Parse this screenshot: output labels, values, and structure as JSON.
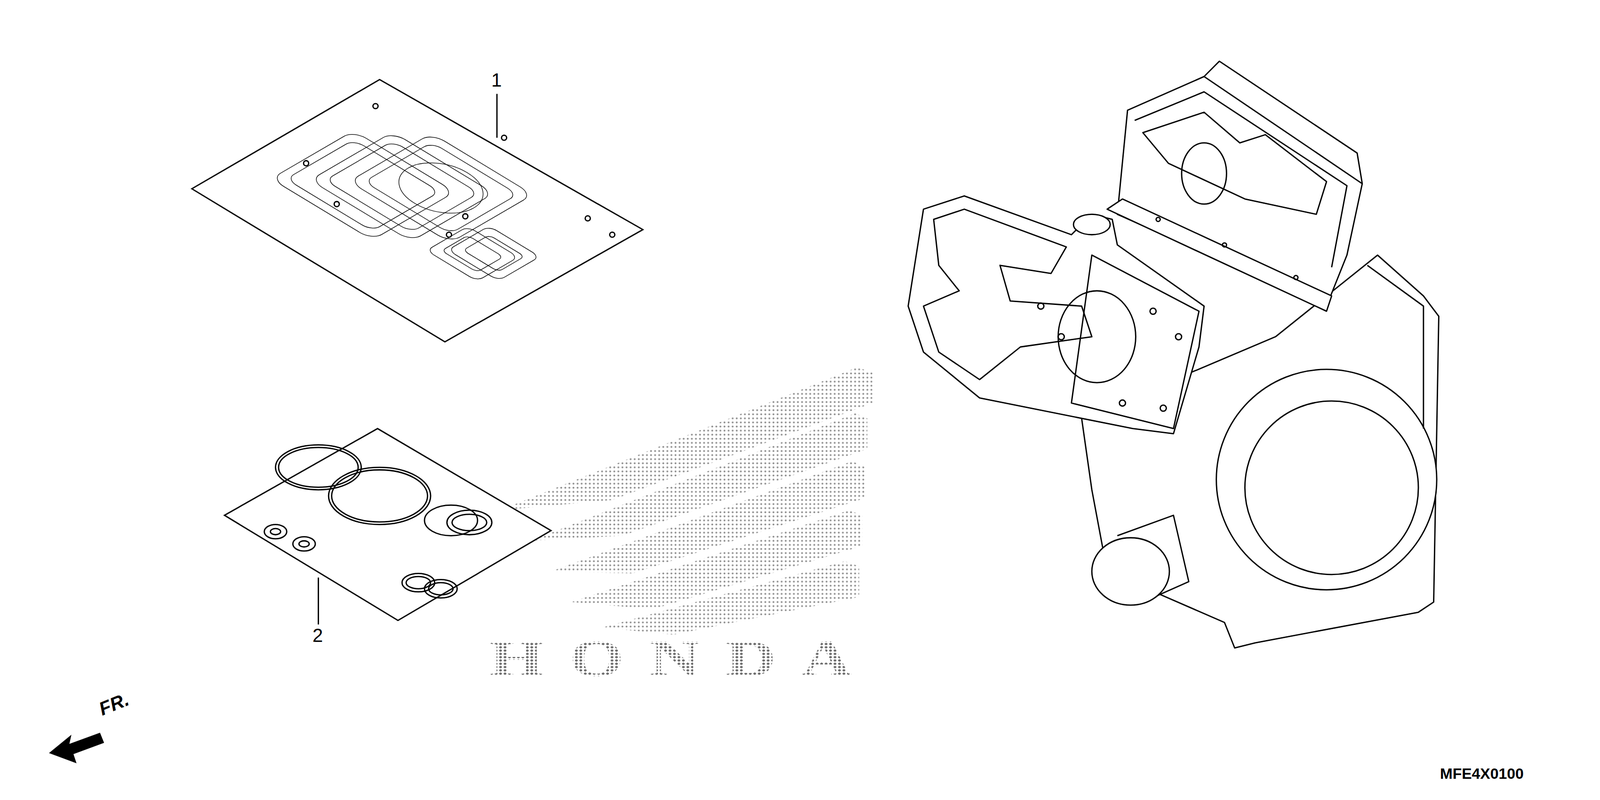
{
  "diagram": {
    "labels": [
      "1",
      "2",
      "HONDA",
      "FR.",
      "MFE4X0100"
    ]
  }
}
